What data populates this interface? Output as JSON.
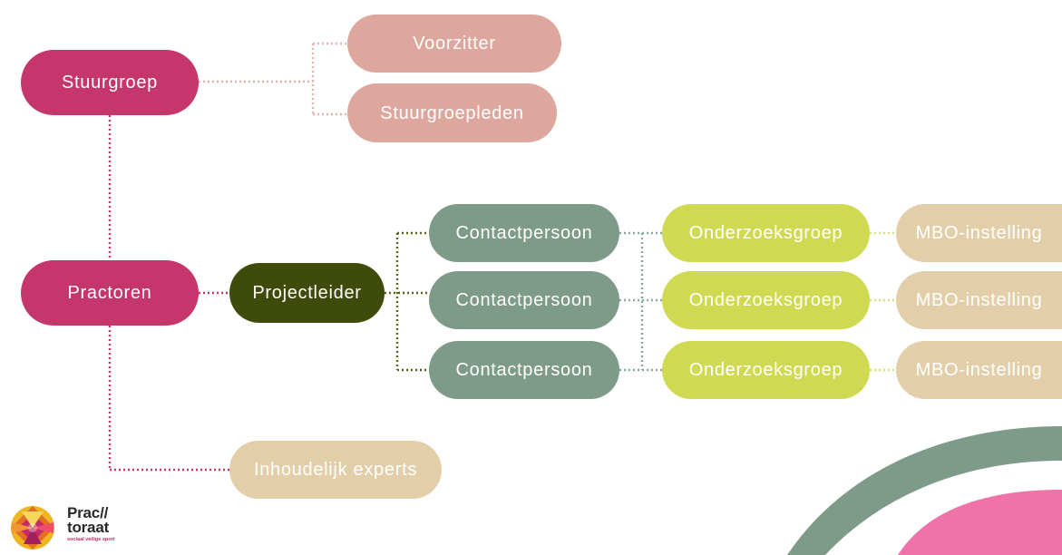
{
  "org_chart": {
    "nodes": {
      "stuurgroep": "Stuurgroep",
      "voorzitter": "Voorzitter",
      "stuurgroepleden": "Stuurgroepleden",
      "practoren": "Practoren",
      "projectleider": "Projectleider",
      "contactpersoon": [
        "Contactpersoon",
        "Contactpersoon",
        "Contactpersoon"
      ],
      "onderzoeksgroep": [
        "Onderzoeksgroep",
        "Onderzoeksgroep",
        "Onderzoeksgroep"
      ],
      "mbo_instelling": [
        "MBO-instelling",
        "MBO-instelling",
        "MBO-instelling"
      ],
      "inhoudelijk_experts": "Inhoudelijk experts"
    }
  },
  "logo": {
    "line1": "Prac//",
    "line2": "toraat",
    "tagline": "sociaal veilige sport"
  },
  "colors": {
    "magenta": "#c4366c",
    "rose": "#dea79d",
    "olive_dark": "#3f4b0a",
    "sage": "#7e9a88",
    "lime": "#cfd951",
    "sand": "#e2cfa9",
    "pink_accent": "#ef73a8"
  }
}
